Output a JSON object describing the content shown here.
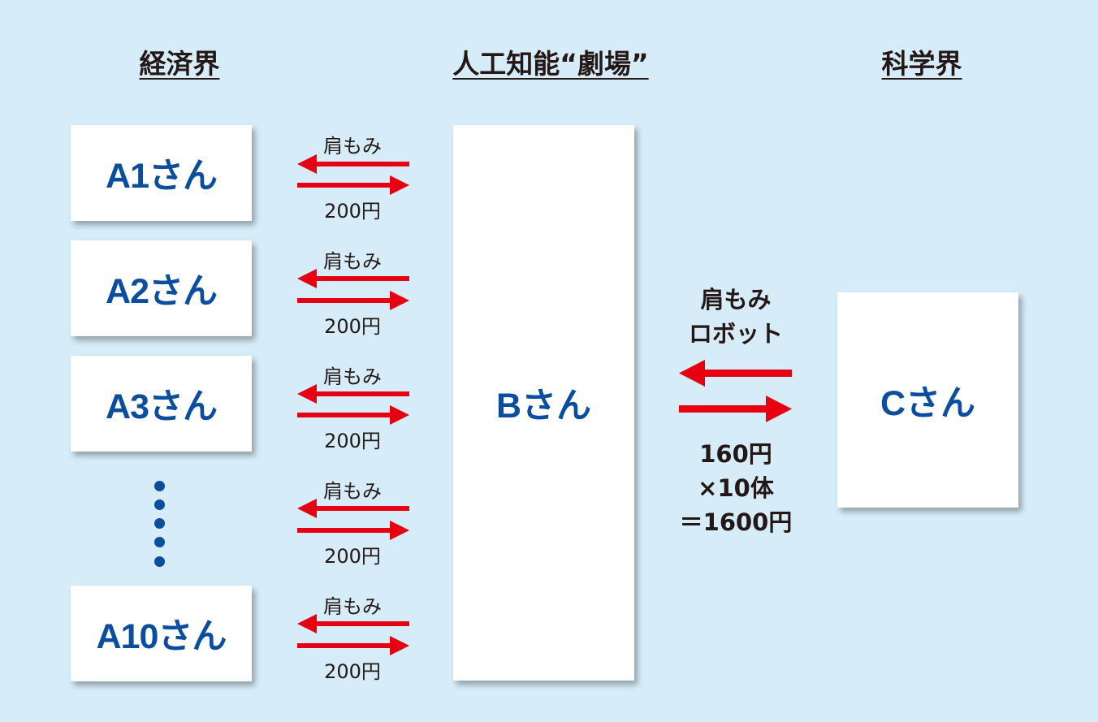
{
  "headings": {
    "economy": "経済界",
    "ai_theater": "人工知能“劇場”",
    "science": "科学界"
  },
  "people": {
    "a1": "A1さん",
    "a2": "A2さん",
    "a3": "A3さん",
    "a10": "A10さん",
    "b": "Bさん",
    "c": "Cさん"
  },
  "exchanges_a_b": [
    {
      "service": "肩もみ",
      "payment": "200円"
    },
    {
      "service": "肩もみ",
      "payment": "200円"
    },
    {
      "service": "肩もみ",
      "payment": "200円"
    },
    {
      "service": "肩もみ",
      "payment": "200円"
    },
    {
      "service": "肩もみ",
      "payment": "200円"
    }
  ],
  "exchange_b_c": {
    "service_line1": "肩もみ",
    "service_line2": "ロボット",
    "payment_line1": "160円",
    "payment_line2": "×10体",
    "payment_line3": "＝1600円"
  },
  "colors": {
    "background": "#d6ecf8",
    "box_text": "#0b4d9e",
    "arrow": "#e60012",
    "text": "#231815"
  },
  "icons": {
    "ellipsis": "vertical-dots"
  }
}
